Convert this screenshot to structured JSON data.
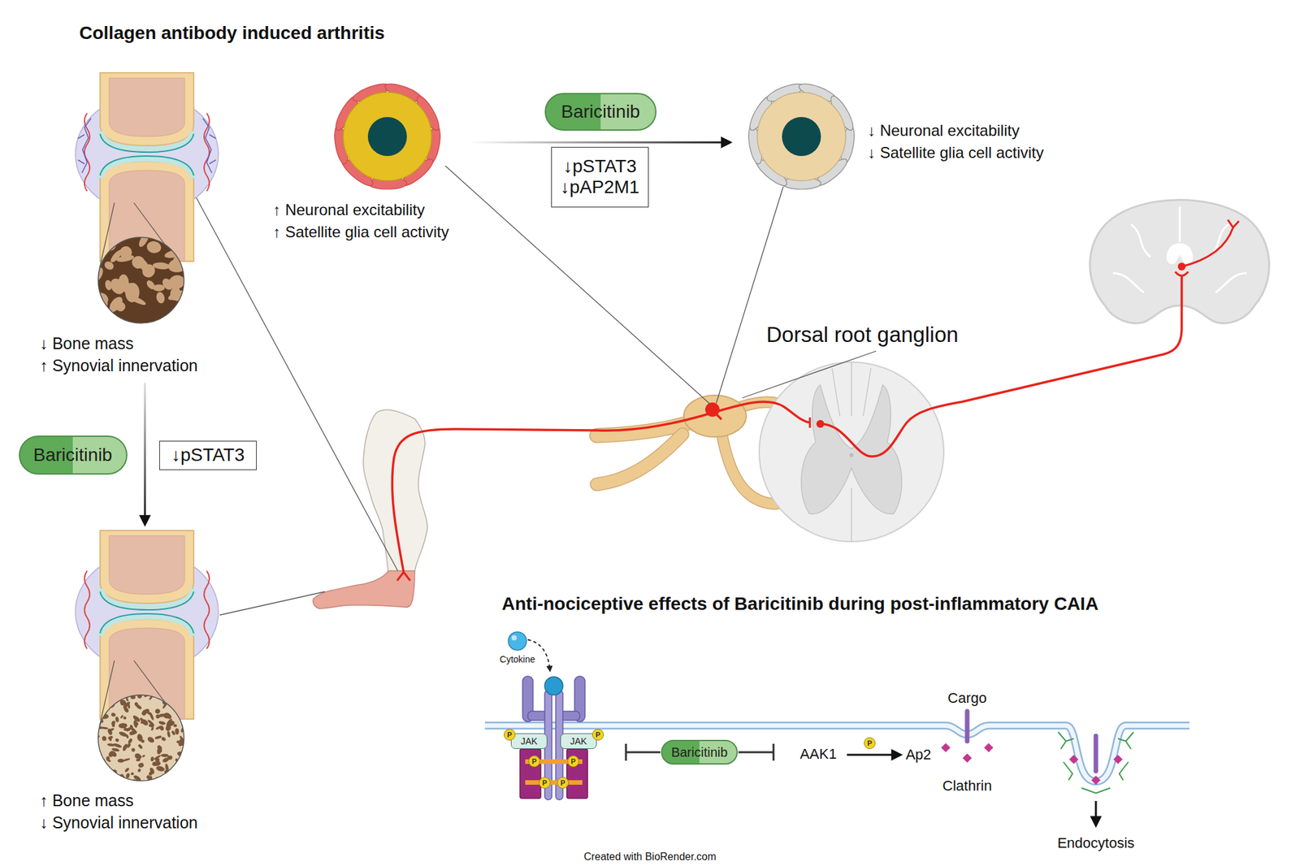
{
  "diagram": {
    "title": "Collagen antibody induced arthritis",
    "nodes": [
      {
        "text": [
          "Baricitinib"
        ]
      },
      {
        "text": [
          "↓pSTAT3",
          "↓pAP2M1"
        ]
      },
      {
        "text": [
          "Baricitinib"
        ]
      },
      {
        "text": [
          "↓pSTAT3"
        ]
      },
      {
        "text": [
          "JAK"
        ]
      },
      {
        "text": [
          "JAK"
        ]
      },
      {
        "text": [
          "P"
        ]
      },
      {
        "text": [
          "P"
        ]
      },
      {
        "text": [
          "P"
        ]
      },
      {
        "text": [
          "P"
        ]
      },
      {
        "text": [
          "P"
        ]
      },
      {
        "text": [
          "P"
        ]
      },
      {
        "text": [
          "Baricitinib"
        ]
      },
      {
        "text": [
          "P"
        ]
      }
    ],
    "labels": [
      "↑ Neuronal excitability",
      "↑ Satellite glia cell activity",
      "↓ Neuronal excitability",
      "↓ Satellite glia cell activity",
      "↓ Bone mass",
      "↑ Synovial innervation",
      "Dorsal root ganglion",
      "↑ Bone mass",
      "↓ Synovial innervation",
      "Anti-nociceptive effects of Baricitinib during post-inflammatory CAIA",
      "Cytokine",
      "AAK1",
      "Ap2",
      "Cargo",
      "Clathrin",
      "Endocytosis",
      "Created with BioRender.com"
    ]
  }
}
